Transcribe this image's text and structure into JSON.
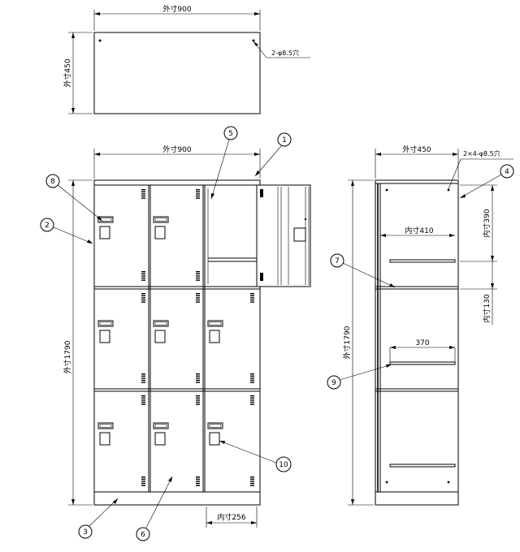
{
  "top_view": {
    "width_label": "外寸900",
    "depth_label": "外寸450",
    "hole_label": "2-φ8.5穴"
  },
  "front_view": {
    "width_label": "外寸900",
    "height_label": "外寸1790",
    "inner_width_label": "内寸256"
  },
  "side_view": {
    "depth_label": "外寸450",
    "hole_label": "2×4-φ8.5穴",
    "inner_depth_label": "内寸410",
    "inner_height_label": "内寸390",
    "inner_gap_label": "内寸130",
    "shelf_label": "370"
  },
  "balloons": [
    {
      "id": "1",
      "label": "1"
    },
    {
      "id": "2",
      "label": "2"
    },
    {
      "id": "3",
      "label": "3"
    },
    {
      "id": "4",
      "label": "4"
    },
    {
      "id": "5",
      "label": "5"
    },
    {
      "id": "6",
      "label": "6"
    },
    {
      "id": "7",
      "label": "7"
    },
    {
      "id": "8",
      "label": "8"
    },
    {
      "id": "9",
      "label": "9"
    },
    {
      "id": "10",
      "label": "10"
    }
  ]
}
